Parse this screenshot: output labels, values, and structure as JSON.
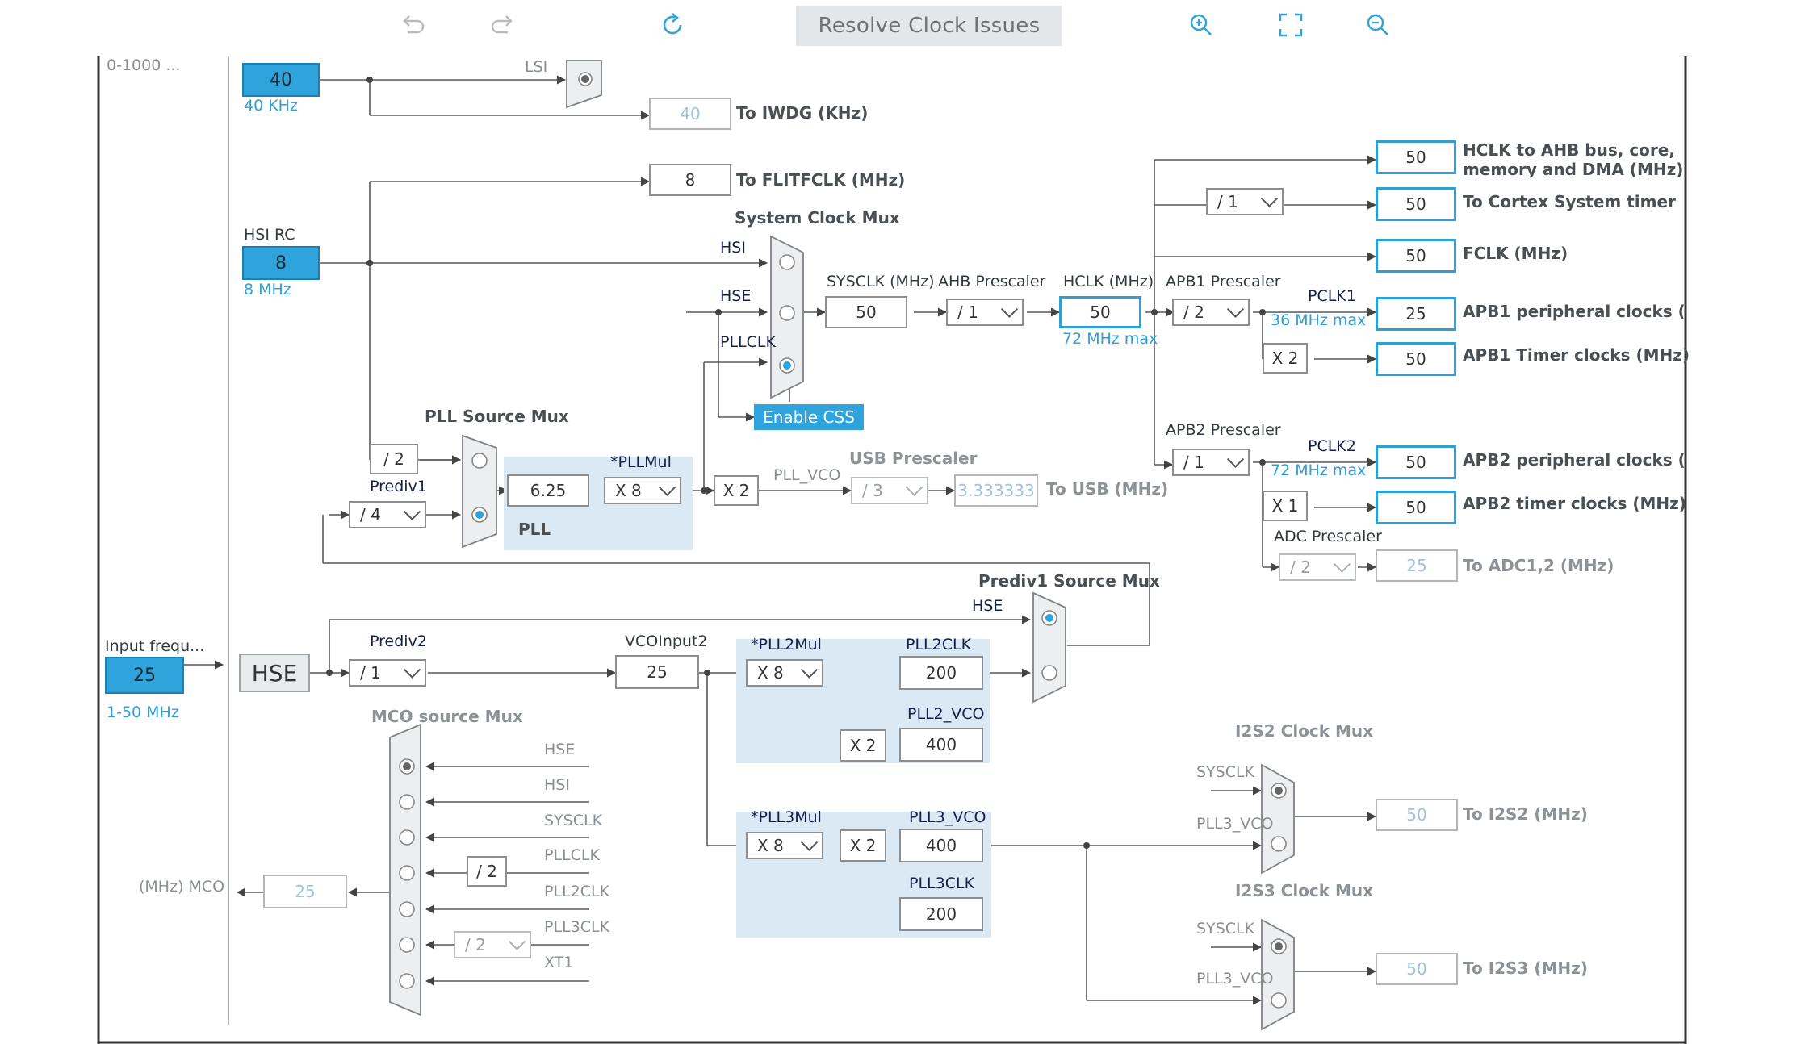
{
  "toolbar": {
    "undo_icon": "undo-icon",
    "redo_icon": "redo-icon",
    "refresh_icon": "refresh-icon",
    "resolve_label": "Resolve Clock Issues",
    "zoom_in_icon": "zoom-in-icon",
    "fit_icon": "fit-screen-icon",
    "zoom_out_icon": "zoom-out-icon"
  },
  "colors": {
    "accent": "#2fa3db",
    "pll_bg": "#dbe9f5",
    "line": "#555a5e"
  },
  "lsi": {
    "range": "0-1000 ...",
    "value": "40",
    "unit": "40 KHz",
    "label": "LSI"
  },
  "iwdg": {
    "value": "40",
    "label": "To IWDG (KHz)"
  },
  "flitf": {
    "value": "8",
    "label": "To FLITFCLK (MHz)"
  },
  "hsi": {
    "title": "HSI RC",
    "value": "8",
    "unit": "8 MHz"
  },
  "sysmux": {
    "title": "System Clock Mux",
    "hsi": "HSI",
    "hse": "HSE",
    "pllclk": "PLLCLK"
  },
  "sysclk": {
    "label": "SYSCLK (MHz)",
    "value": "50"
  },
  "ahb": {
    "label": "AHB Prescaler",
    "value": "/ 1"
  },
  "hclk": {
    "label": "HCLK (MHz)",
    "value": "50",
    "max": "72 MHz max"
  },
  "css_label": "Enable CSS",
  "apb1": {
    "label": "APB1 Prescaler",
    "value": "/ 2",
    "pclk_label": "PCLK1",
    "max": "36 MHz max",
    "timer_mult": "X 2"
  },
  "apb2": {
    "label": "APB2 Prescaler",
    "value": "/ 1",
    "pclk_label": "PCLK2",
    "max": "72 MHz max",
    "timer_mult": "X 1"
  },
  "cortex_div": "/ 1",
  "outputs": [
    {
      "value": "50",
      "label": "HCLK to AHB bus, core,",
      "label2": "memory and DMA (MHz)"
    },
    {
      "value": "50",
      "label": "To Cortex System timer"
    },
    {
      "value": "50",
      "label": "FCLK (MHz)"
    },
    {
      "value": "25",
      "label": "APB1 peripheral clocks ("
    },
    {
      "value": "50",
      "label": "APB1 Timer clocks (MHz)"
    },
    {
      "value": "50",
      "label": "APB2 peripheral clocks ("
    },
    {
      "value": "50",
      "label": "APB2 timer clocks (MHz)"
    }
  ],
  "adc": {
    "label": "ADC Prescaler",
    "value": "/ 2",
    "out": "25",
    "out_label": "To ADC1,2 (MHz)"
  },
  "pllsrc": {
    "title": "PLL Source Mux",
    "div2": "/ 2",
    "prediv1_label": "Prediv1",
    "prediv1": "/ 4"
  },
  "pll": {
    "value": "6.25",
    "mul_label": "*PLLMul",
    "mul": "X 8",
    "title": "PLL",
    "x2": "X 2",
    "vco_label": "PLL_VCO"
  },
  "usb": {
    "label": "USB Prescaler",
    "value": "/ 3",
    "out": "3.333333",
    "out_label": "To USB (MHz)"
  },
  "prediv1src": {
    "title": "Prediv1 Source Mux",
    "hse": "HSE"
  },
  "input": {
    "label": "Input frequ...",
    "value": "25",
    "range": "1-50 MHz",
    "hse": "HSE"
  },
  "prediv2": {
    "label": "Prediv2",
    "value": "/ 1"
  },
  "vcoinput2": {
    "label": "VCOInput2",
    "value": "25"
  },
  "pll2": {
    "mul_label": "*PLL2Mul",
    "mul": "X 8",
    "clk_label": "PLL2CLK",
    "clk": "200",
    "x2": "X 2",
    "vco_label": "PLL2_VCO",
    "vco": "400"
  },
  "pll3": {
    "mul_label": "*PLL3Mul",
    "mul": "X 8",
    "x2": "X 2",
    "vco_label": "PLL3_VCO",
    "vco": "400",
    "clk_label": "PLL3CLK",
    "clk": "200"
  },
  "mco": {
    "title": "MCO source Mux",
    "sources": [
      "HSE",
      "HSI",
      "SYSCLK",
      "PLLCLK",
      "PLL2CLK",
      "PLL3CLK",
      "XT1"
    ],
    "pll_div": "/ 2",
    "pll3_div": "/ 2",
    "out": "25",
    "label": "(MHz) MCO"
  },
  "i2s2": {
    "title": "I2S2 Clock Mux",
    "sysclk": "SYSCLK",
    "pll3vco": "PLL3_VCO",
    "out": "50",
    "out_label": "To I2S2 (MHz)"
  },
  "i2s3": {
    "title": "I2S3 Clock Mux",
    "sysclk": "SYSCLK",
    "pll3vco": "PLL3_VCO",
    "out": "50",
    "out_label": "To I2S3 (MHz)"
  }
}
